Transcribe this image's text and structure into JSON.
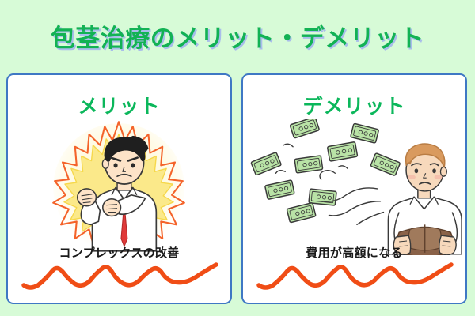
{
  "header": {
    "title": "包茎治療のメリット・デメリット",
    "title_color": "#12b254",
    "title_shadow_color": "#a9bdeb"
  },
  "theme": {
    "background_color": "#d7fbd7",
    "panel_background": "#ffffff",
    "panel_border_color": "#3f78c4",
    "heading_color": "#0bb75b",
    "caption_color": "#1a1a1a",
    "squiggle_color": "#f04d16"
  },
  "panels": [
    {
      "id": "merit",
      "heading": "メリット",
      "caption": "コンプレックスの改善",
      "illustration": "fired-up-man-illustration",
      "illustration_alt": "白いシャツに赤いネクタイの男性が拳を握り、炎のオーラに包まれている"
    },
    {
      "id": "demerit",
      "heading": "デメリット",
      "caption": "費用が高額になる",
      "illustration": "money-flying-from-wallet-illustration",
      "illustration_alt": "困り顔の男性が開いた財布を持ち、緑の紙幣が飛び去っている"
    }
  ]
}
